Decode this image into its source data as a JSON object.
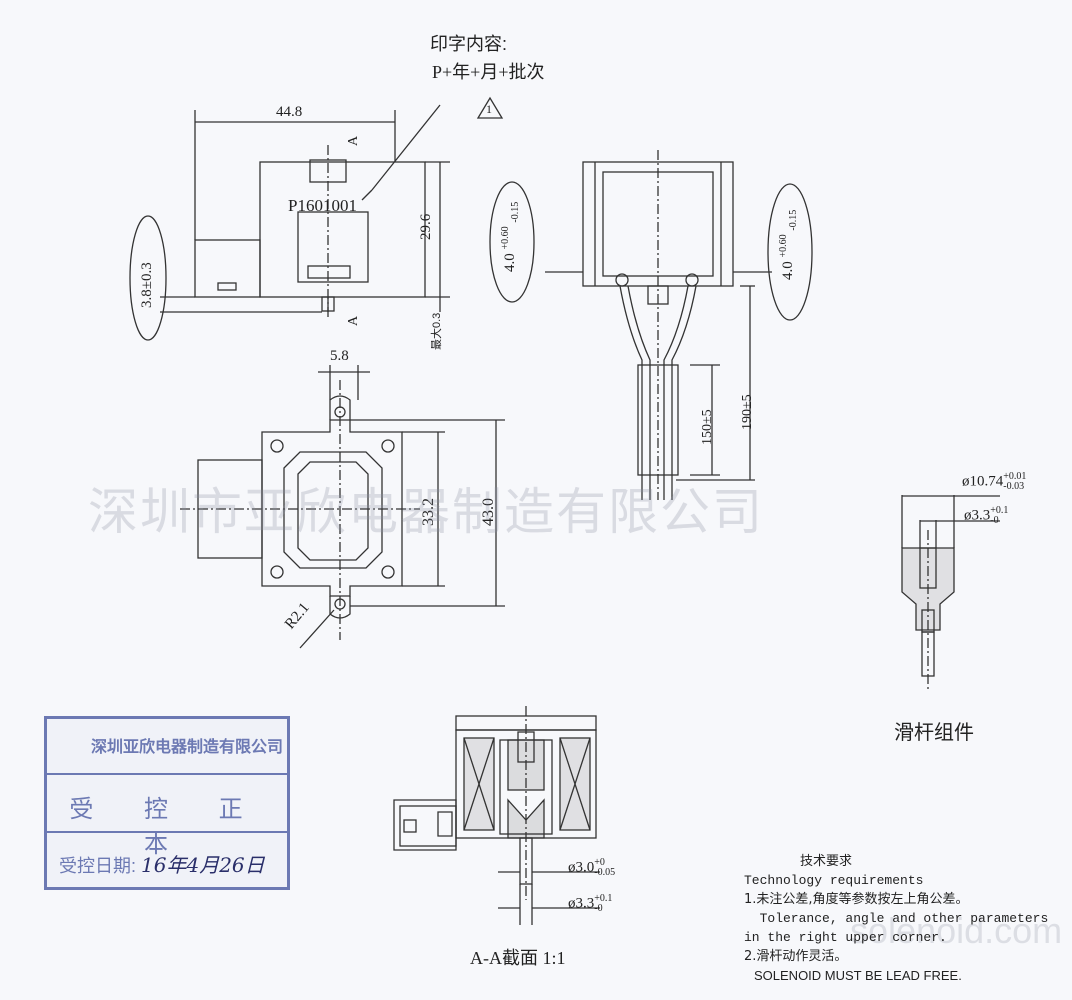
{
  "print_note": {
    "line1": "印字内容:",
    "line2": "P+年+月+批次",
    "marker": "1"
  },
  "top_view": {
    "width": "44.8",
    "height": "29.6",
    "pin_offset": "3.8±0.3",
    "max_note": "最大0.3",
    "code": "P1601001",
    "section_mark": "A"
  },
  "side_view": {
    "tol_left": "4.0",
    "tol_left_sup": "+0.60",
    "tol_left_sub": "-0.15",
    "tol_right": "4.0",
    "tol_right_sup": "+0.60",
    "tol_right_sub": "-0.15",
    "lead_short": "150±5",
    "lead_long": "190±5"
  },
  "bottom_view": {
    "tab_width": "5.8",
    "inner_height": "33.2",
    "outer_height": "43.0",
    "radius": "R2.1"
  },
  "plunger": {
    "dia_outer": "ø10.74",
    "dia_outer_sup": "+0.01",
    "dia_outer_sub": "-0.03",
    "dia_inner": "ø3.3",
    "dia_inner_sup": "+0.1",
    "dia_inner_sub": "-0",
    "caption": "滑杆组件"
  },
  "section": {
    "dia_a": "ø3.0",
    "dia_a_sup": "+0",
    "dia_a_sub": "-0.05",
    "dia_b": "ø3.3",
    "dia_b_sup": "+0.1",
    "dia_b_sub": "-0",
    "caption": "A-A截面 1:1"
  },
  "watermark": {
    "company": "深圳市亚欣电器制造有限公司",
    "site": "solenoid.com"
  },
  "stamp": {
    "company": "深圳亚欣电器制造有限公司",
    "controlled": "受 控 正 本",
    "date_label": "受控日期:",
    "date_value": "16年4月26日"
  },
  "tech": {
    "title": "技术要求",
    "title_en": "Technology  requirements",
    "item1": "1.未注公差,角度等参数按左上角公差。",
    "item1_en": "  Tolerance, angle and other parameters",
    "item1_en2": "in the right upper corner.",
    "item2": "2.滑杆动作灵活。",
    "item3": "SOLENOID MUST BE LEAD FREE."
  },
  "colors": {
    "line": "#333333",
    "stamp": "#6c79b3",
    "watermark": "#8c91a0"
  }
}
